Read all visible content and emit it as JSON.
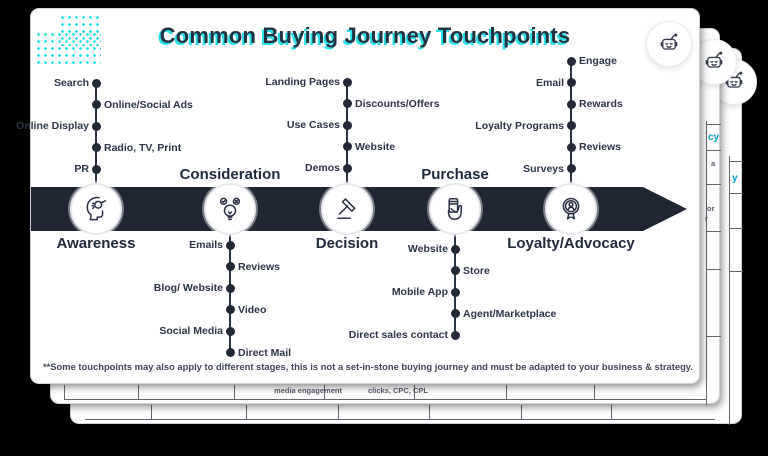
{
  "page": {
    "title": "Common Buying Journey Touchpoints",
    "footnote": "**Some touchpoints may also apply to different stages, this is not a set-in-stone buying journey and must be adapted to your business & strategy."
  },
  "colors": {
    "background": "#000000",
    "card": "#ffffff",
    "band": "#212634",
    "title_navy": "#213343",
    "accent_cyan": "#2ae3e9",
    "text": "#2d3547"
  },
  "stages": [
    {
      "label": "Awareness",
      "icon": "head-magnifier-icon",
      "label_position": "below",
      "touchpoints": [
        {
          "label": "Search",
          "side": "left"
        },
        {
          "label": "Online/Social Ads",
          "side": "right"
        },
        {
          "label": "Online Display",
          "side": "left"
        },
        {
          "label": "Radio, TV, Print",
          "side": "right"
        },
        {
          "label": "PR",
          "side": "left"
        }
      ]
    },
    {
      "label": "Consideration",
      "icon": "lightbulb-options-icon",
      "label_position": "above",
      "touchpoints": [
        {
          "label": "Emails",
          "side": "left"
        },
        {
          "label": "Reviews",
          "side": "right"
        },
        {
          "label": "Blog/ Website",
          "side": "left"
        },
        {
          "label": "Video",
          "side": "right"
        },
        {
          "label": "Social Media",
          "side": "left"
        },
        {
          "label": "Direct Mail",
          "side": "right"
        }
      ]
    },
    {
      "label": "Decision",
      "icon": "gavel-icon",
      "label_position": "below",
      "touchpoints": [
        {
          "label": "Landing Pages",
          "side": "left"
        },
        {
          "label": "Discounts/Offers",
          "side": "right"
        },
        {
          "label": "Use Cases",
          "side": "left"
        },
        {
          "label": "Website",
          "side": "right"
        },
        {
          "label": "Demos",
          "side": "left"
        }
      ]
    },
    {
      "label": "Purchase",
      "icon": "card-payment-icon",
      "label_position": "above",
      "touchpoints": [
        {
          "label": "Website",
          "side": "left"
        },
        {
          "label": "Store",
          "side": "right"
        },
        {
          "label": "Mobile App",
          "side": "left"
        },
        {
          "label": "Agent/Marketplace",
          "side": "right"
        },
        {
          "label": "Direct sales contact",
          "side": "left"
        }
      ]
    },
    {
      "label": "Loyalty/Advocacy",
      "icon": "award-badge-icon",
      "label_position": "below",
      "touchpoints": [
        {
          "label": "Engage",
          "side": "right"
        },
        {
          "label": "Email",
          "side": "left"
        },
        {
          "label": "Rewards",
          "side": "right"
        },
        {
          "label": "Loyalty Programs",
          "side": "left"
        },
        {
          "label": "Reviews",
          "side": "right"
        },
        {
          "label": "Surveys",
          "side": "left"
        }
      ]
    }
  ],
  "background_sheets": {
    "sheet2": {
      "column_header_fragment": "cy",
      "cell_fragments": [
        "a",
        "or",
        "r"
      ],
      "row_fragments": [
        "media engagement",
        "clicks, CPC, CPL"
      ]
    },
    "sheet3": {
      "cell_fragments": [
        "y"
      ]
    }
  }
}
